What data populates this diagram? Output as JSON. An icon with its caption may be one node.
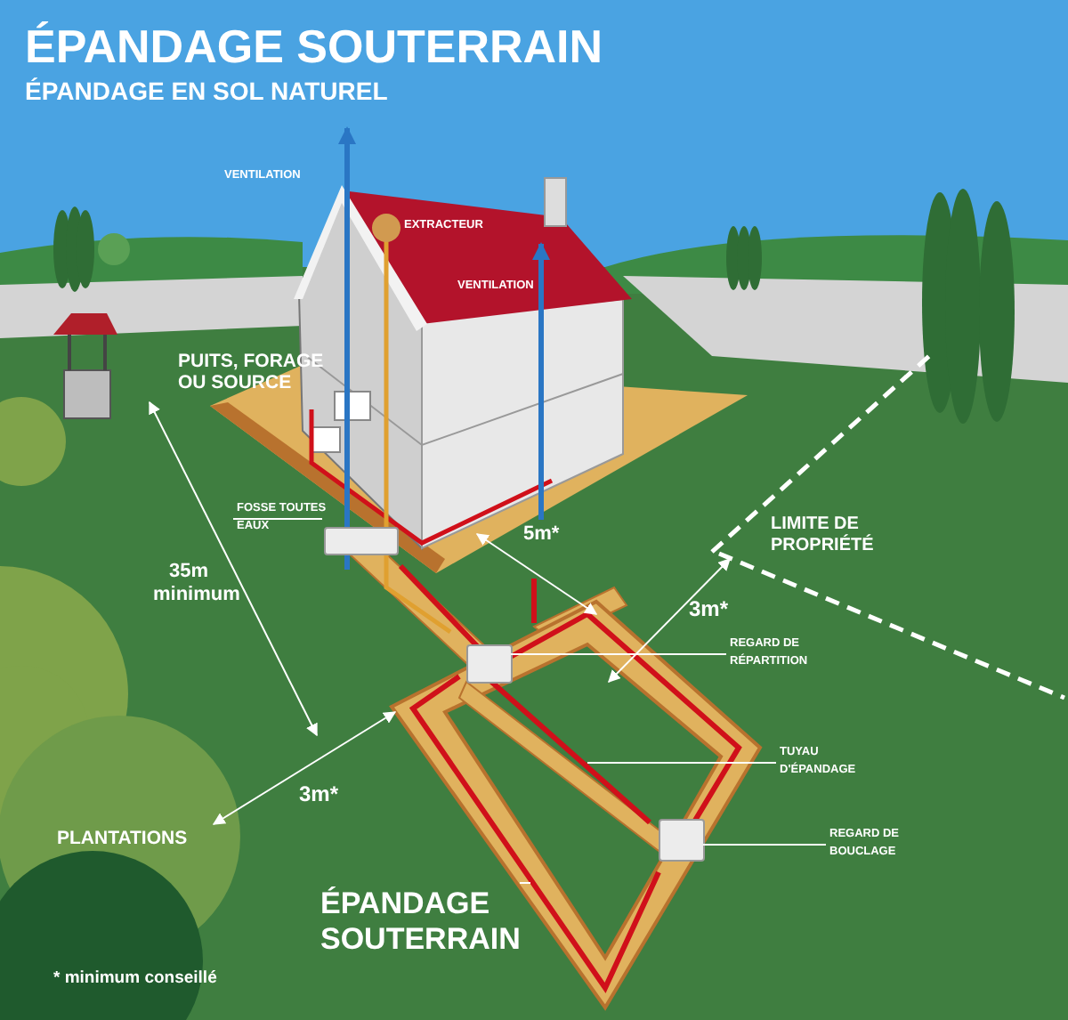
{
  "diagram": {
    "title": "ÉPANDAGE SOUTERRAIN",
    "nodes": [
      {
        "text": [
          "FOSSE TOUTES EAUX"
        ]
      },
      {
        "text": [],
        "shape": "box"
      },
      {
        "text": [
          "REGARD DE RÉPARTITION"
        ]
      },
      {
        "text": [],
        "shape": "box"
      },
      {
        "text": [
          "TUYAU D'ÉPANDAGE"
        ]
      },
      {
        "text": [
          "REGARD DE BOUCLAGE"
        ]
      },
      {
        "text": [],
        "shape": "box"
      },
      {
        "text": [
          "ÉPANDAGE SOUTERRAIN"
        ]
      }
    ],
    "edges": [
      {
        "from": 0,
        "to": 1,
        "arrow": "none"
      },
      {
        "from": 2,
        "to": 3,
        "arrow": "none"
      },
      {
        "from": 4,
        "to": null,
        "arrow": "none"
      },
      {
        "from": 5,
        "to": 6,
        "arrow": "none"
      },
      {
        "from": 7,
        "to": null,
        "arrow": "none"
      }
    ],
    "labels": [
      "ÉPANDAGE EN SOL NATUREL",
      "VENTILATION",
      "EXTRACTEUR",
      "VENTILATION",
      "PUITS, FORAGE OU SOURCE",
      "5m*",
      "35m minimum",
      "LIMITE DE PROPRIÉTÉ",
      "3m*",
      "3m*",
      "PLANTATIONS",
      "* minimum conseillé"
    ]
  }
}
